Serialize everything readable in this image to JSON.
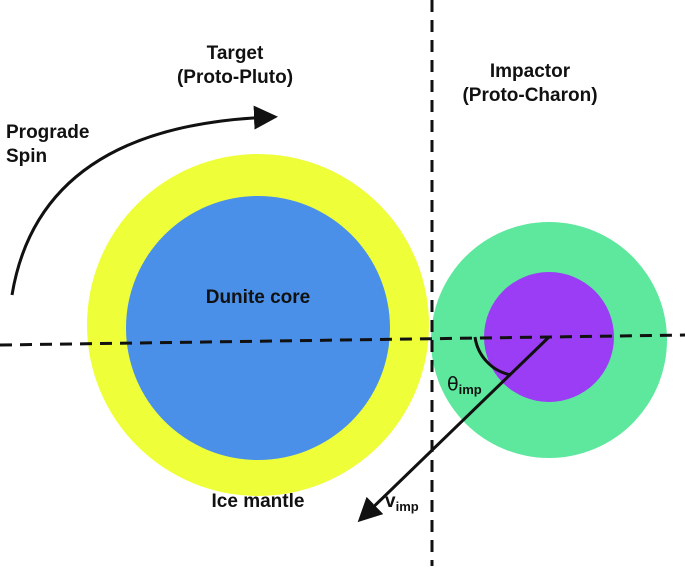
{
  "target": {
    "title": "Target",
    "subtitle": "(Proto-Pluto)",
    "core_label": "Dunite core",
    "mantle_label": "Ice mantle",
    "core_color": "#4a90e8",
    "mantle_color": "#eeff3a"
  },
  "impactor": {
    "title": "Impactor",
    "subtitle": "(Proto-Charon)",
    "core_color": "#9b3df5",
    "mantle_color": "#5de89e"
  },
  "spin": {
    "line1": "Prograde",
    "line2": "Spin"
  },
  "angle": {
    "symbol": "θ",
    "subscript": "imp"
  },
  "velocity": {
    "symbol": "v",
    "subscript": "imp"
  },
  "line_color": "#111111"
}
